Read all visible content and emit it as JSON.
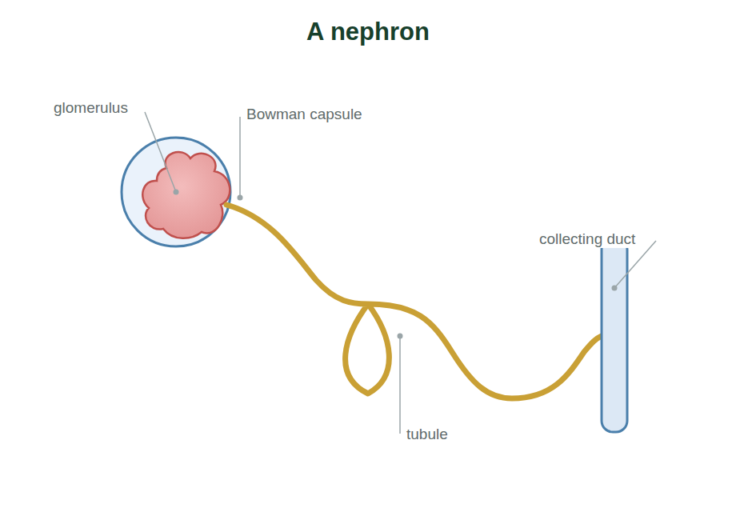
{
  "diagram": {
    "title": "A nephron",
    "labels": [
      "glomerulus",
      "Bowman capsule",
      "tubule",
      "collecting duct"
    ]
  }
}
